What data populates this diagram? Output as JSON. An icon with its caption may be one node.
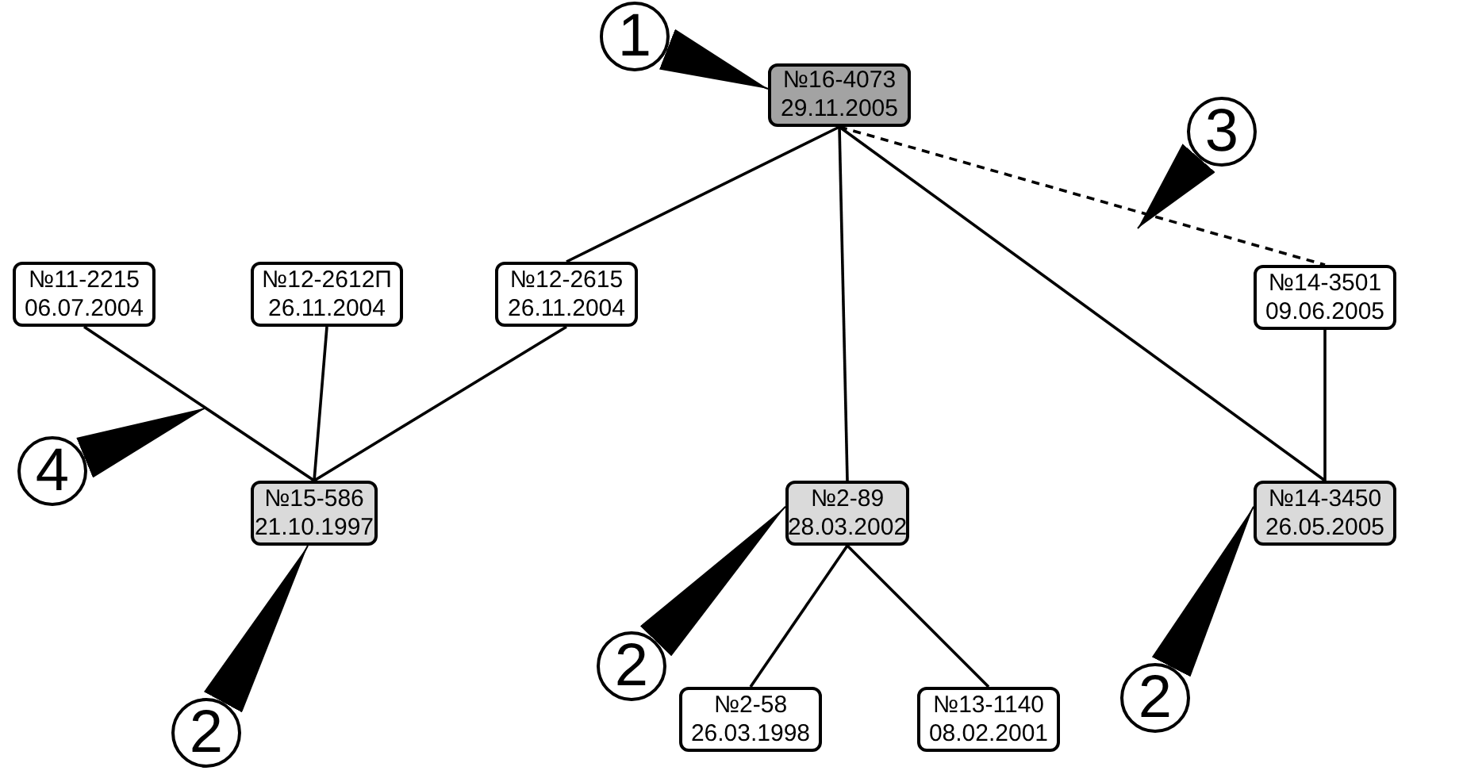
{
  "diagram": {
    "nodes": [
      {
        "text": [
          "1"
        ]
      },
      {
        "text": [
          "№16-4073",
          "29.11.2005"
        ]
      },
      {
        "text": [
          "3"
        ]
      },
      {
        "text": [
          "№11-2215",
          "06.07.2004"
        ]
      },
      {
        "text": [
          "№12-2612П",
          "26.11.2004"
        ]
      },
      {
        "text": [
          "№12-2615",
          "26.11.2004"
        ]
      },
      {
        "text": [
          "№14-3501",
          "09.06.2005"
        ]
      },
      {
        "text": [
          "4"
        ]
      },
      {
        "text": [
          "№15-586",
          "21.10.1997"
        ]
      },
      {
        "text": [
          "№2-89",
          "28.03.2002"
        ]
      },
      {
        "text": [
          "№14-3450",
          "26.05.2005"
        ]
      },
      {
        "text": [
          "2"
        ]
      },
      {
        "text": [
          "2"
        ]
      },
      {
        "text": [
          "2"
        ]
      },
      {
        "text": [
          "№2-58",
          "26.03.1998"
        ]
      },
      {
        "text": [
          "№13-1140",
          "08.02.2001"
        ]
      }
    ],
    "edges": [
      {
        "from": 1,
        "to": 5,
        "arrow": "none"
      },
      {
        "from": 1,
        "to": 9,
        "arrow": "none"
      },
      {
        "from": 1,
        "to": 10,
        "arrow": "none"
      },
      {
        "from": 1,
        "to": 6,
        "arrow": "none",
        "style": "dashed"
      },
      {
        "from": 3,
        "to": 8,
        "arrow": "none"
      },
      {
        "from": 4,
        "to": 8,
        "arrow": "none"
      },
      {
        "from": 5,
        "to": 8,
        "arrow": "none"
      },
      {
        "from": 6,
        "to": 10,
        "arrow": "none"
      },
      {
        "from": 9,
        "to": 14,
        "arrow": "none"
      },
      {
        "from": 9,
        "to": 15,
        "arrow": "none"
      },
      {
        "from": 0,
        "to": 1,
        "arrow": "to"
      },
      {
        "from": 2,
        "to": null,
        "arrow": "to"
      },
      {
        "from": 7,
        "to": null,
        "arrow": "to"
      },
      {
        "from": 11,
        "to": 9,
        "arrow": "to"
      },
      {
        "from": 12,
        "to": 10,
        "arrow": "to"
      },
      {
        "from": 13,
        "to": 8,
        "arrow": "to"
      }
    ]
  }
}
